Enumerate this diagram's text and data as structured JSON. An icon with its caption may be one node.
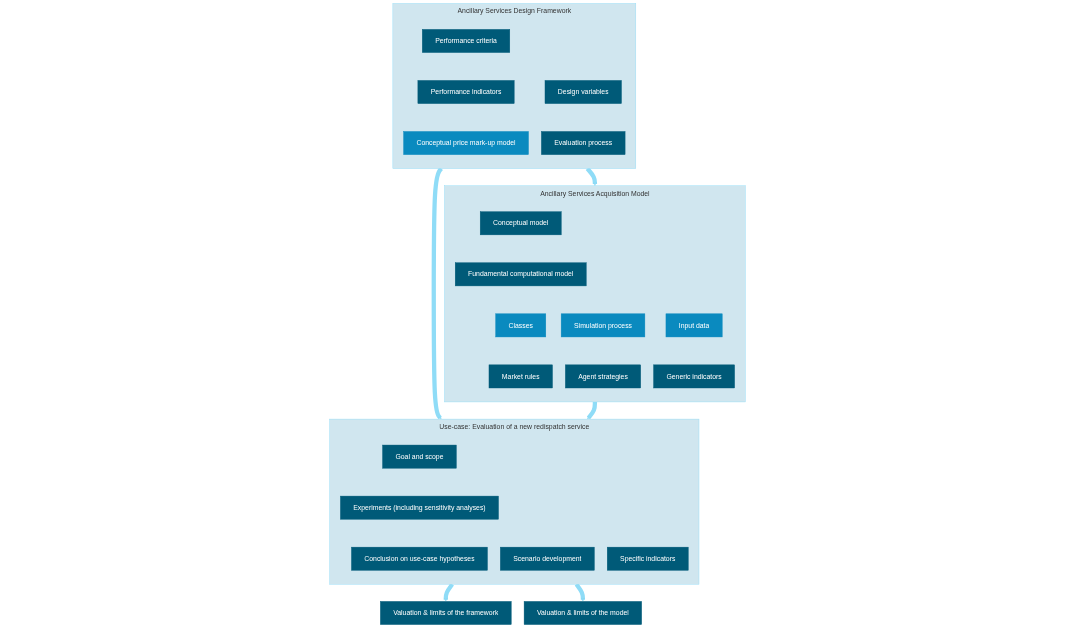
{
  "diagram": {
    "nodes": [
      {
        "text": [
          "Ancillary Services Design Framework"
        ]
      },
      {
        "text": [
          "Performance criteria"
        ],
        "in": 0
      },
      {
        "text": [
          "Design variables"
        ],
        "in": 0
      },
      {
        "text": [
          "Performance indicators"
        ],
        "in": 0
      },
      {
        "text": [
          "Evaluation process"
        ],
        "in": 0
      },
      {
        "text": [
          "Conceptual price mark-up model"
        ],
        "in": 0
      },
      {
        "text": [
          "Ancillary Services Acquisition Model"
        ]
      },
      {
        "text": [
          "Conceptual model"
        ],
        "in": 6
      },
      {
        "text": [
          "Fundamental computational model"
        ],
        "in": 6
      },
      {
        "text": [
          "Classes"
        ],
        "in": 6
      },
      {
        "text": [
          "Simulation process"
        ],
        "in": 6
      },
      {
        "text": [
          "Input data"
        ],
        "in": 6
      },
      {
        "text": [
          "Market rules"
        ],
        "in": 6
      },
      {
        "text": [
          "Agent strategies"
        ],
        "in": 6
      },
      {
        "text": [
          "Generic indicators"
        ],
        "in": 6
      },
      {
        "text": [
          "Valuation & limits of the framework"
        ]
      },
      {
        "text": [
          "Valuation & limits of the model"
        ]
      },
      {
        "text": [
          "Use-case: Evaluation of a new redispatch service"
        ]
      },
      {
        "text": [
          "Goal and scope"
        ],
        "in": 17
      },
      {
        "text": [
          "Scenario development"
        ],
        "in": 17
      },
      {
        "text": [
          "Specific indicators"
        ],
        "in": 17
      },
      {
        "text": [
          "Experiments (including sensitivity analyses)"
        ],
        "in": 17
      },
      {
        "text": [
          "Conclusion on use-case hypotheses"
        ],
        "in": 17
      }
    ],
    "edges": [
      {
        "from": 0,
        "to": 17,
        "arrow": "to"
      },
      {
        "from": 0,
        "to": 6,
        "arrow": "to"
      },
      {
        "from": 6,
        "to": 17,
        "arrow": "to"
      },
      {
        "from": 17,
        "to": 15,
        "arrow": "to"
      },
      {
        "from": 17,
        "to": 16,
        "arrow": "to"
      }
    ]
  }
}
